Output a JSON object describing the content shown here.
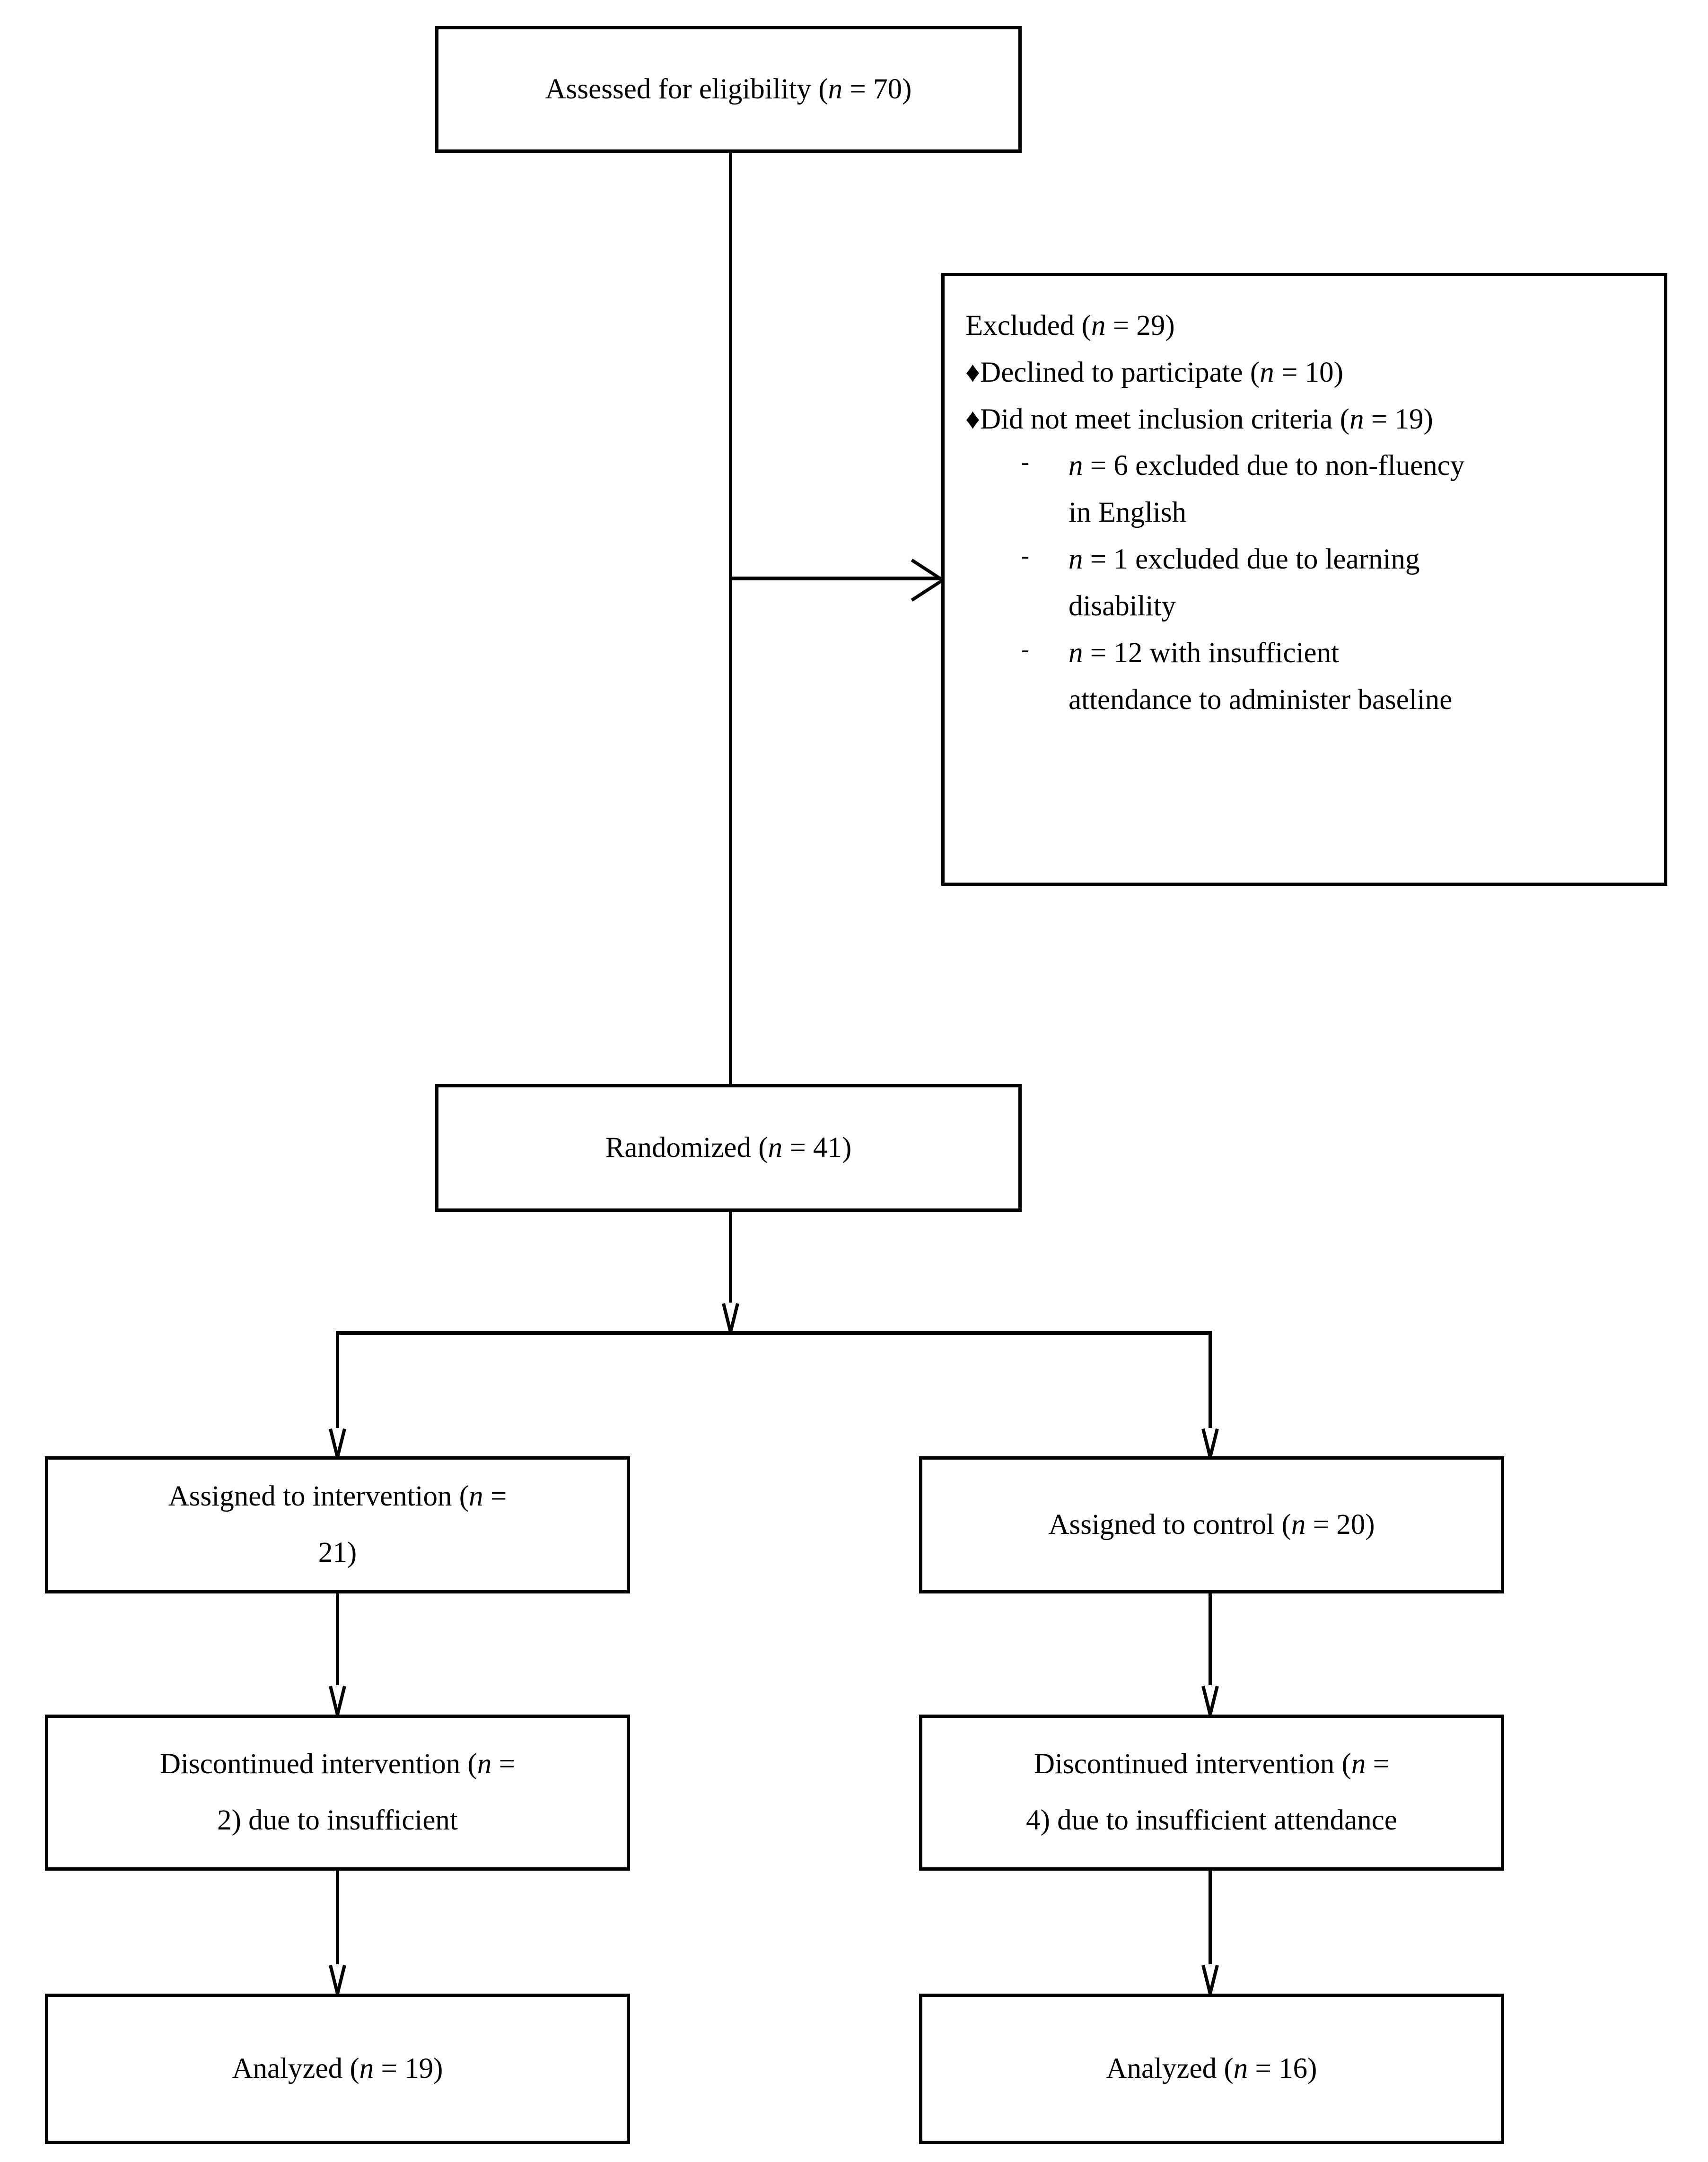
{
  "diagram": {
    "type": "consort-flow-diagram",
    "nodes": {
      "assessed": {
        "label_prefix": "Assessed for eligibility (",
        "n_symbol": "n",
        "label_suffix": " = 70)",
        "value": 70
      },
      "randomized": {
        "label_prefix": "Randomized (",
        "n_symbol": "n",
        "label_suffix": " = 41)",
        "value": 41
      },
      "assigned_intervention": {
        "line1_prefix": "Assigned to intervention (",
        "n_symbol": "n",
        "line1_suffix": " =",
        "line2": "21)",
        "value": 21
      },
      "assigned_control": {
        "label_prefix": "Assigned to control (",
        "n_symbol": "n",
        "label_suffix": " = 20)",
        "value": 20
      },
      "discontinued_intervention": {
        "line1_prefix": "Discontinued intervention (",
        "n_symbol": "n",
        "line1_suffix": " =",
        "line2": "2) due to insufficient",
        "value": 2
      },
      "discontinued_control": {
        "line1_prefix": "Discontinued intervention (",
        "n_symbol": "n",
        "line1_suffix": " =",
        "line2": "4) due to insufficient attendance",
        "value": 4
      },
      "analyzed_intervention": {
        "label_prefix": "Analyzed (",
        "n_symbol": "n",
        "label_suffix": " = 19)",
        "value": 19
      },
      "analyzed_control": {
        "label_prefix": "Analyzed (",
        "n_symbol": "n",
        "label_suffix": " = 16)",
        "value": 16
      }
    },
    "excluded_panel": {
      "heading_prefix": "Excluded (",
      "n_symbol": "n",
      "heading_suffix": " = 29)",
      "value": 29,
      "bullet_glyph": "♦",
      "bullets": [
        {
          "prefix": "Declined to participate (",
          "n_symbol": "n",
          "suffix": " = 10)",
          "value": 10
        },
        {
          "prefix": "Did not meet inclusion criteria (",
          "n_symbol": "n",
          "suffix": " = 19)",
          "value": 19
        }
      ],
      "dash_glyph": "-",
      "sub_items": [
        {
          "n_symbol": "n",
          "line1": " = 6 excluded due to non-fluency",
          "line2": "in English",
          "value": 6
        },
        {
          "n_symbol": "n",
          "line1": " = 1 excluded due to learning",
          "line2": "disability",
          "value": 1
        },
        {
          "n_symbol": "n",
          "line1": " = 12 with insufficient",
          "line2": "attendance to administer baseline",
          "value": 12
        }
      ]
    },
    "colors": {
      "stroke": "#000000",
      "background": "#ffffff",
      "text": "#000000"
    }
  }
}
